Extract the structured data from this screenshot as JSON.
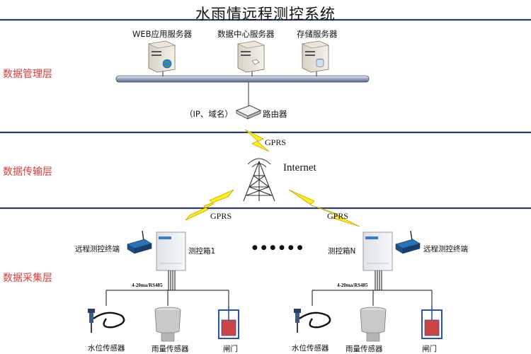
{
  "title": "水雨情远程测控系统",
  "layers": {
    "management": "数据管理层",
    "transmission": "数据传输层",
    "collection": "数据采集层"
  },
  "servers": {
    "web": "WEB应用服务器",
    "data_center": "数据中心服务器",
    "storage": "存储服务器"
  },
  "router": {
    "prefix": "（IP、域名）",
    "label": "路由器"
  },
  "network": {
    "internet": "Internet",
    "gprs_top": "GPRS",
    "gprs_left": "GPRS",
    "gprs_right": "GPRS",
    "ellipsis": "● ● ● ● ● ●"
  },
  "left_site": {
    "terminal": "远程测控终端",
    "box": "测控箱1",
    "bus": "4-20ma/RS485",
    "sensors": [
      "水位传感器",
      "雨量传感器",
      "闸门"
    ]
  },
  "right_site": {
    "terminal": "远程测控终端",
    "box": "测控箱N",
    "bus": "4-20ma/RS485",
    "sensors": [
      "水位传感器",
      "雨量传感器",
      "闸门"
    ]
  }
}
